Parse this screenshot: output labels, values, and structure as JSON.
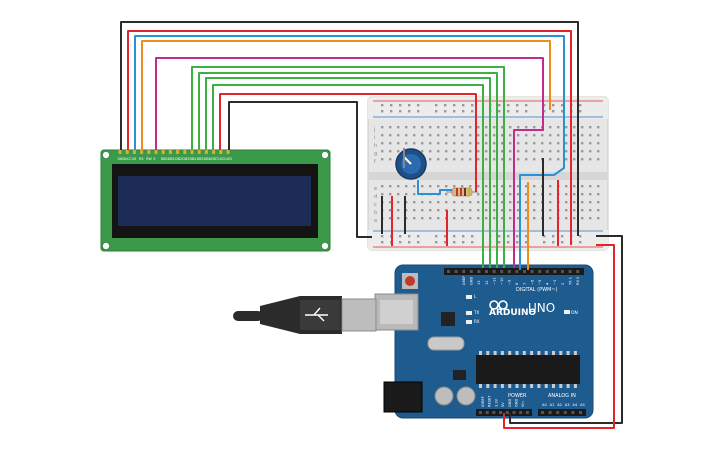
{
  "lcd": {
    "pins": [
      "GND",
      "VCC",
      "V0",
      "RS",
      "RW",
      "E",
      "DB0",
      "DB1",
      "DB2",
      "DB3",
      "DB4",
      "DB5",
      "DB6",
      "DB7",
      "LED",
      "LED"
    ]
  },
  "arduino": {
    "logo_text": "ARDUINO",
    "model": "UNO",
    "digital_label": "DIGITAL (PWM~)",
    "analog_label": "ANALOG IN",
    "power_label": "POWER",
    "on_label": "ON",
    "aref": "AREF",
    "gnd": "GND",
    "tx": "TX",
    "rx": "RX",
    "l": "L",
    "digital_pins": [
      "13",
      "12",
      "~11",
      "~10",
      "~9",
      "8",
      "7",
      "~6",
      "~5",
      "4",
      "~3",
      "2",
      "TX 1",
      "RX 0"
    ],
    "power_pins": [
      "IOREF",
      "RESET",
      "3.3V",
      "5V",
      "GND",
      "GND",
      "Vin"
    ],
    "analog_pins": [
      "A0",
      "A1",
      "A2",
      "A3",
      "A4",
      "A5"
    ]
  },
  "breadboard": {
    "row_letters_top": [
      "j",
      "i",
      "h",
      "g",
      "f"
    ],
    "row_letters_bottom": [
      "e",
      "d",
      "c",
      "b",
      "a"
    ]
  },
  "colors": {
    "lcd_board": "#3a9a4a",
    "lcd_screen": "#1d2b57",
    "arduino_board": "#1e5b8f",
    "breadboard": "#e4e4e4",
    "wire_black": "#2b2b2b",
    "wire_red": "#e0262b",
    "wire_green": "#3cb043",
    "wire_orange": "#ee8c1e",
    "wire_blue": "#2a92d4",
    "wire_magenta": "#c02b8c",
    "wire_gray": "#8a8a8a"
  }
}
